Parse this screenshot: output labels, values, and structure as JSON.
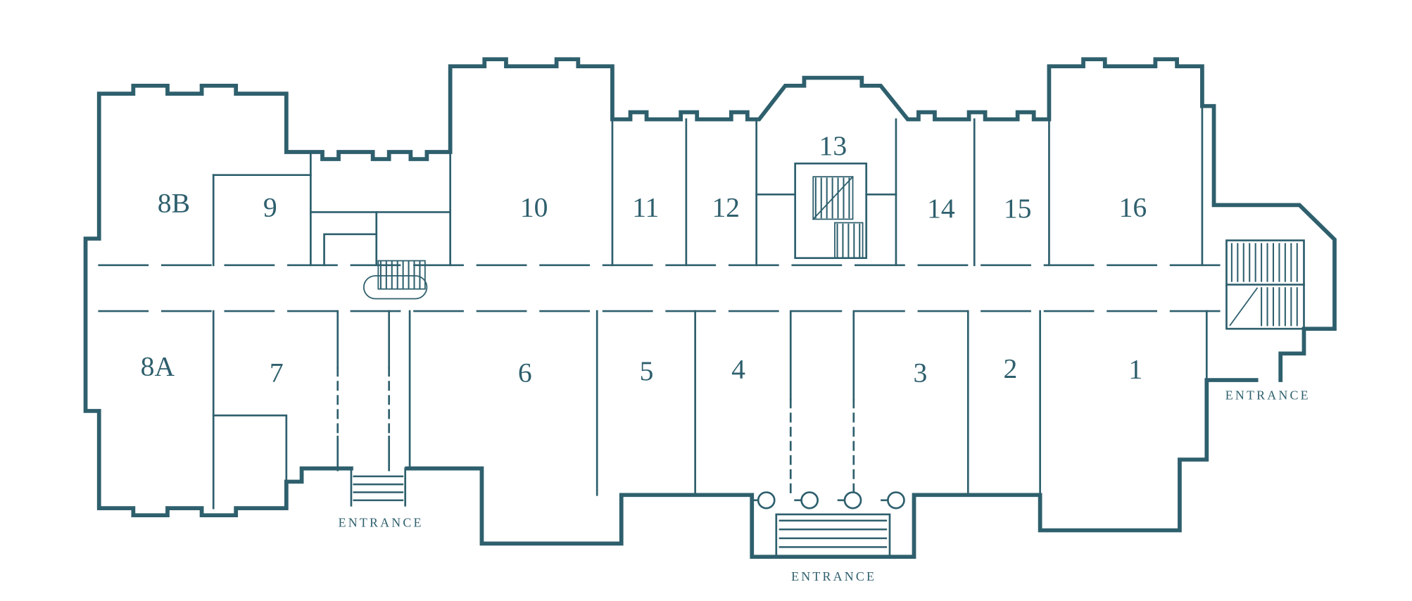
{
  "colors": {
    "line": "#2e5f6d",
    "background": "#ffffff"
  },
  "floor_plan": {
    "rooms": [
      {
        "label": "8B"
      },
      {
        "label": "9"
      },
      {
        "label": "10"
      },
      {
        "label": "11"
      },
      {
        "label": "12"
      },
      {
        "label": "13"
      },
      {
        "label": "14"
      },
      {
        "label": "15"
      },
      {
        "label": "16"
      },
      {
        "label": "8A"
      },
      {
        "label": "7"
      },
      {
        "label": "6"
      },
      {
        "label": "5"
      },
      {
        "label": "4"
      },
      {
        "label": "3"
      },
      {
        "label": "2"
      },
      {
        "label": "1"
      }
    ],
    "entrances": [
      {
        "label": "ENTRANCE"
      },
      {
        "label": "ENTRANCE"
      },
      {
        "label": "ENTRANCE"
      }
    ]
  }
}
